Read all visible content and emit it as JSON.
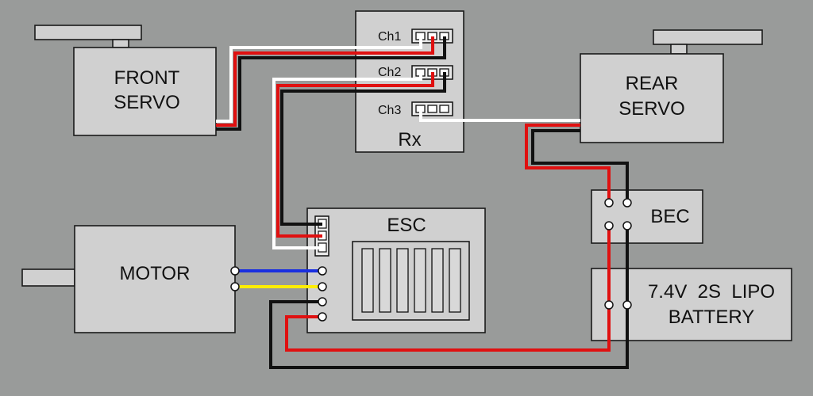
{
  "components": {
    "front_servo": {
      "line1": "FRONT",
      "line2": "SERVO"
    },
    "rear_servo": {
      "line1": "REAR",
      "line2": "SERVO"
    },
    "receiver": {
      "label": "Rx",
      "channels": [
        "Ch1",
        "Ch2",
        "Ch3"
      ]
    },
    "esc": {
      "label": "ESC"
    },
    "motor": {
      "label": "MOTOR"
    },
    "bec": {
      "label": "BEC"
    },
    "battery": {
      "line1": "7.4V  2S  LIPO",
      "line2": "BATTERY"
    }
  },
  "wire_colors": {
    "signal": "#ffffff",
    "positive": "#e01010",
    "negative": "#111111",
    "motor_phase_a": "#1a2fe0",
    "motor_phase_b": "#ffee00",
    "motor_phase_c": "#111111"
  }
}
